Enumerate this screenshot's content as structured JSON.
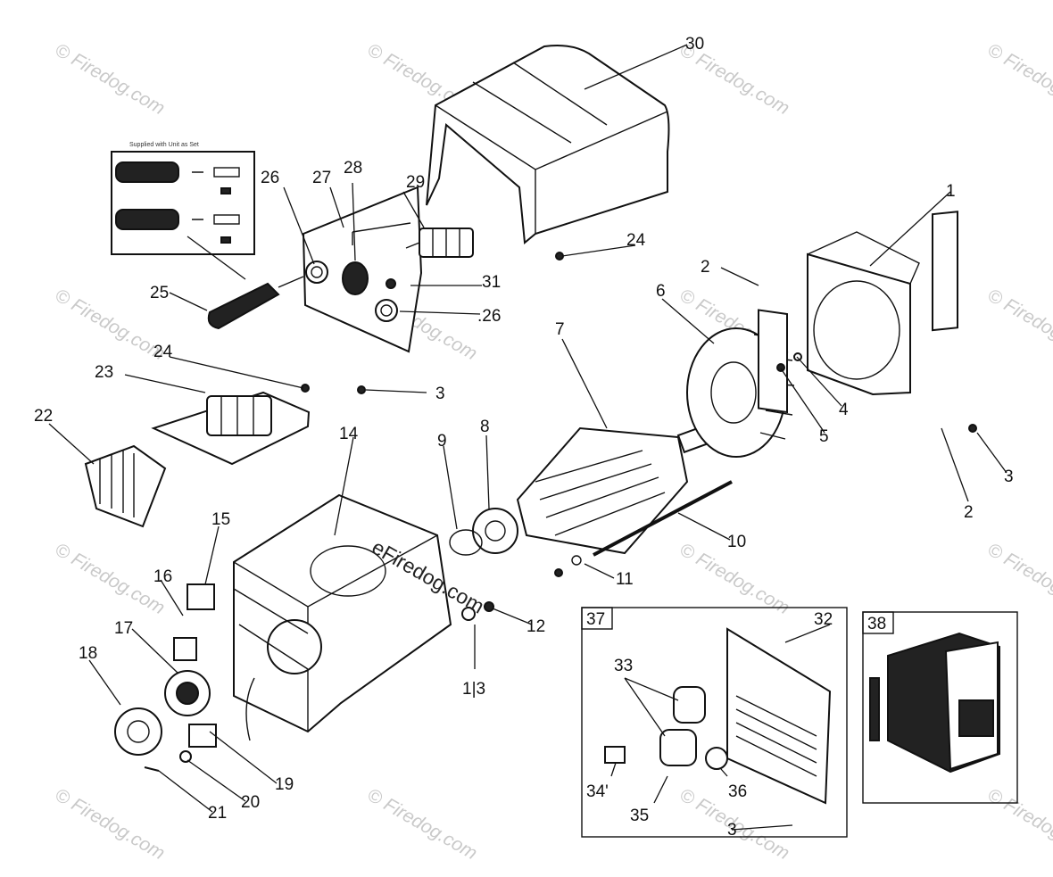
{
  "diagram": {
    "watermark_text": "© Firedog.com",
    "center_watermark": "eFiredog.com",
    "supplied_note": "Supplied with Unit as Set",
    "callouts": [
      "1",
      "2",
      "2",
      "3",
      "3",
      "3",
      "4",
      "5",
      "6",
      "7",
      "8",
      "9",
      "10",
      "11",
      "12",
      "1|3",
      "14",
      "15",
      "16",
      "17",
      "18",
      "19",
      "20",
      "21",
      "22",
      "23",
      "24",
      "24",
      "25",
      "26",
      ".26",
      "27",
      "28",
      "29",
      "30",
      "31",
      "32",
      "33",
      "34'",
      "35",
      "36",
      "37",
      "38"
    ]
  }
}
